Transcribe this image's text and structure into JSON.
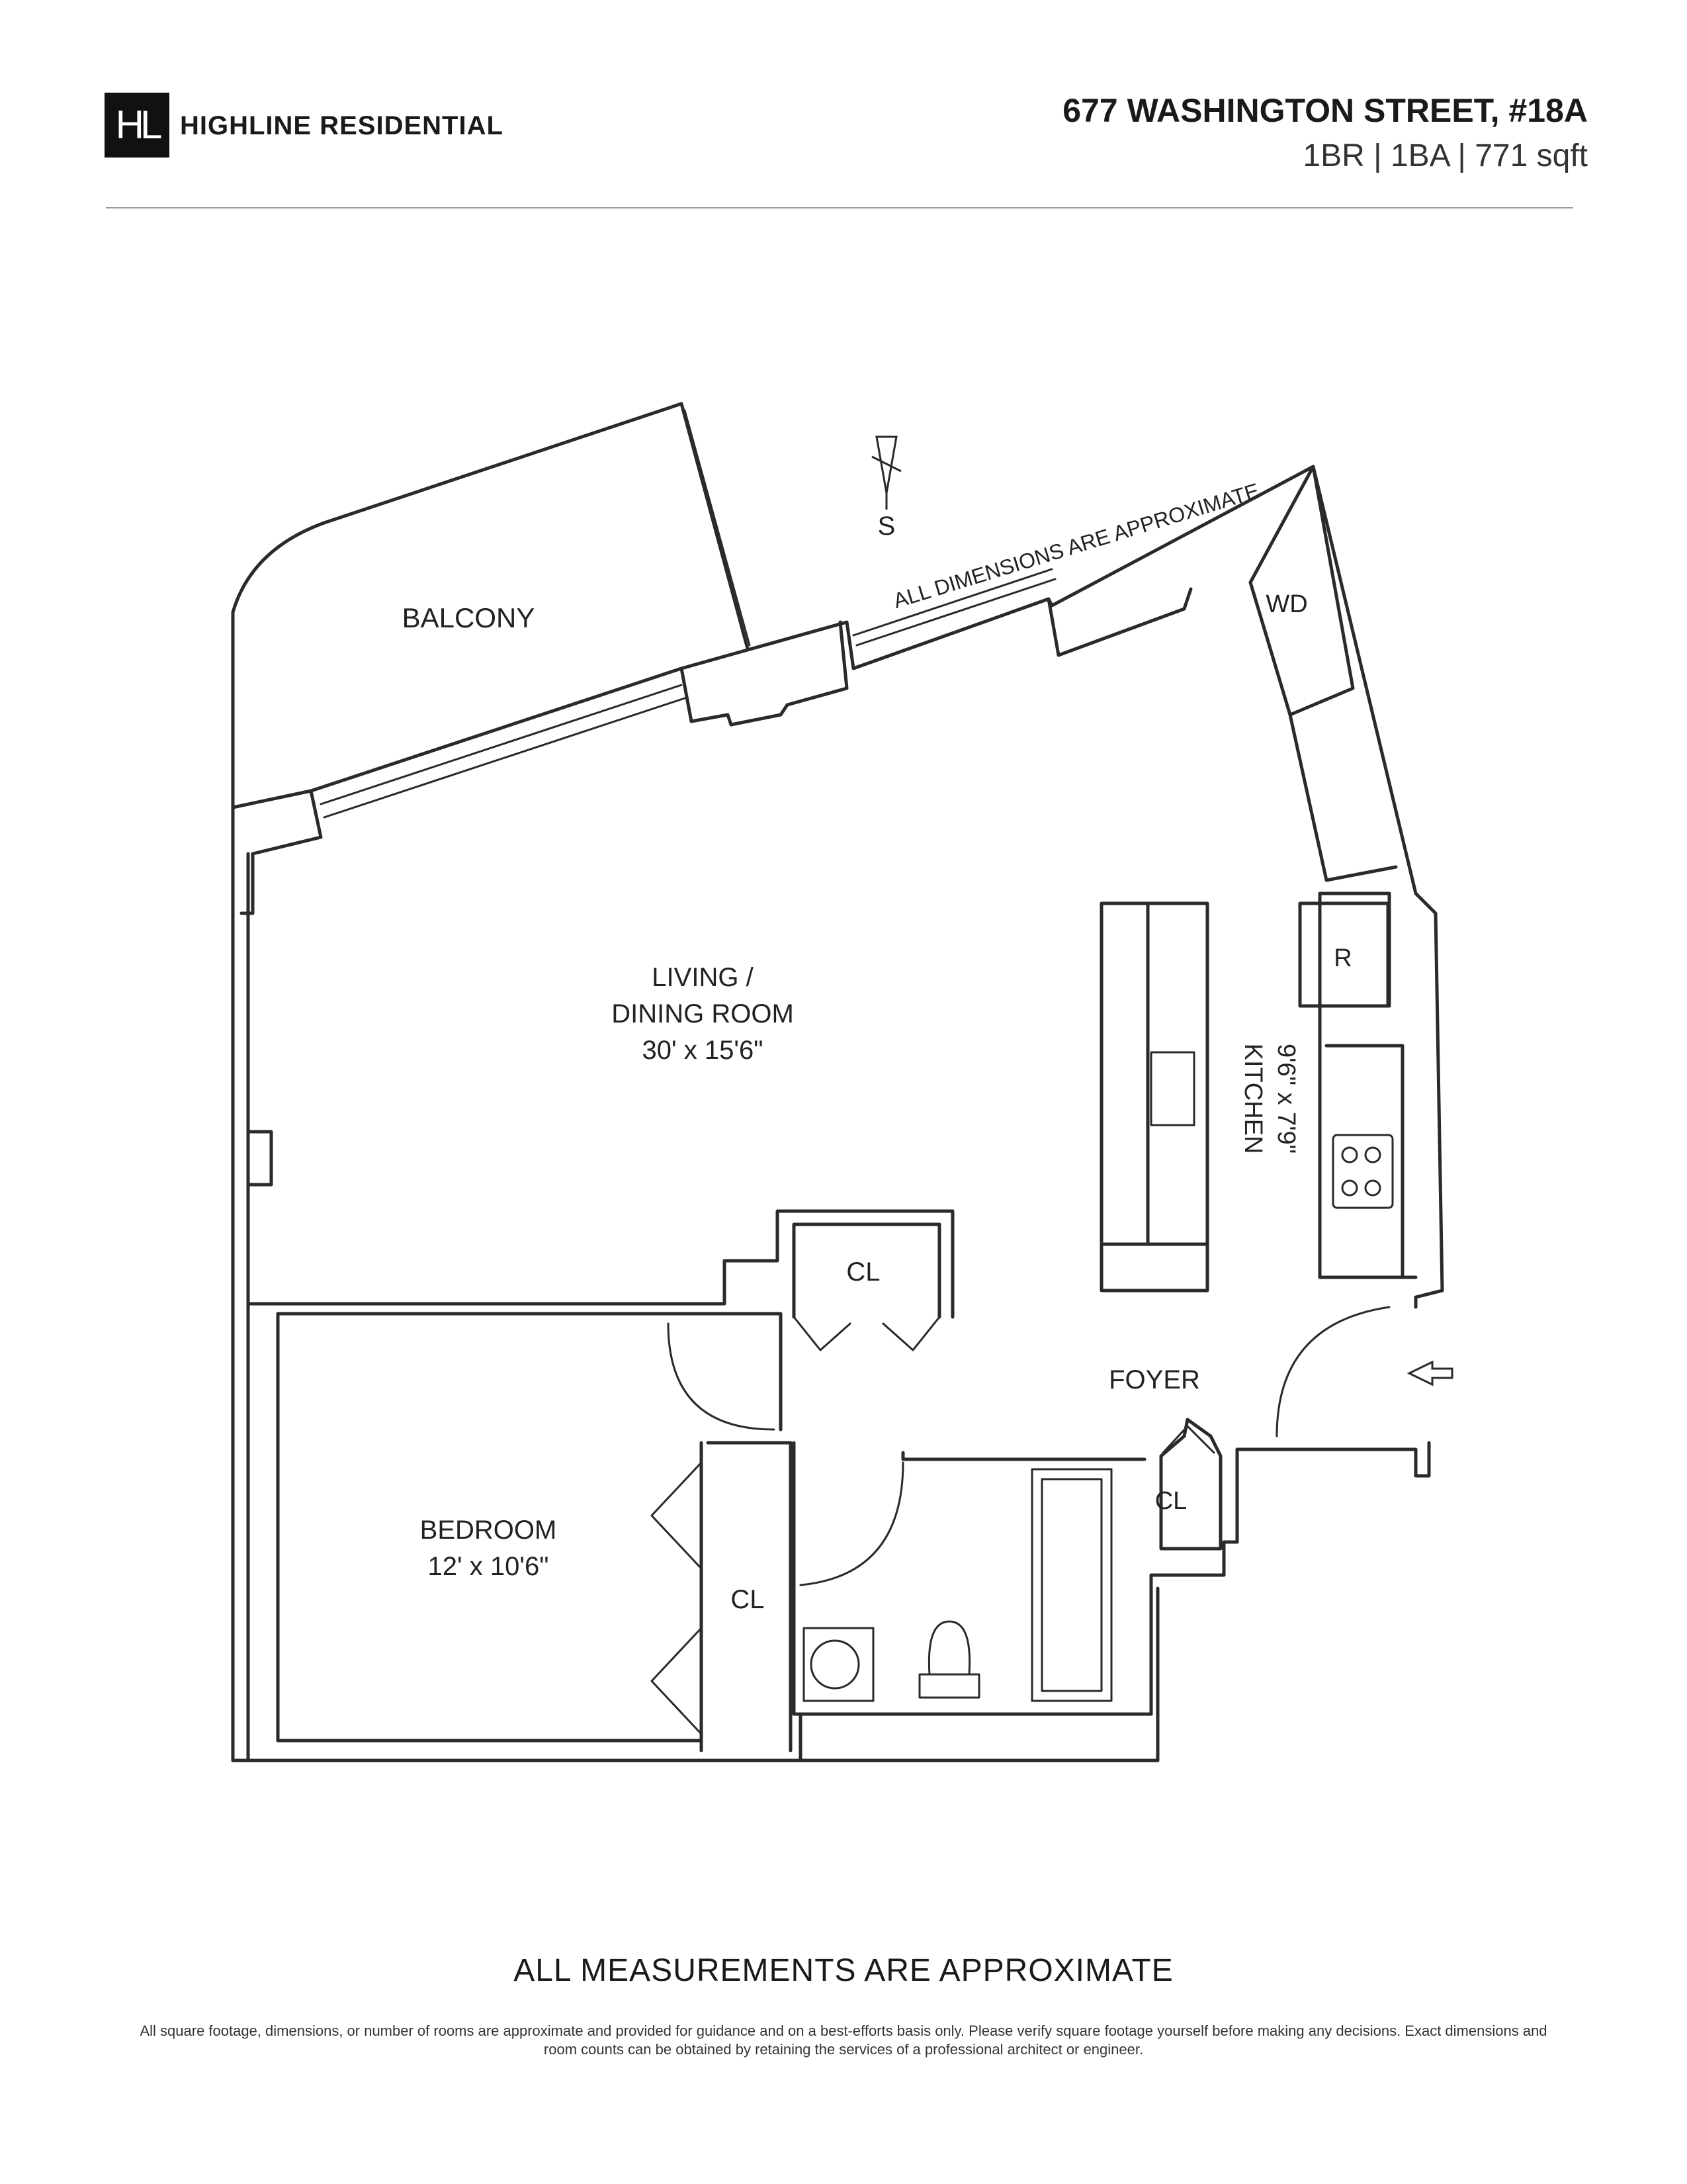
{
  "header": {
    "logo_mark": "HL",
    "brand": "HIGHLINE RESIDENTIAL",
    "address": "677 WASHINGTON STREET, #18A",
    "specs": "1BR | 1BA | 771 sqft"
  },
  "plan": {
    "compass_label": "S",
    "dimensions_note": "ALL DIMENSIONS ARE APPROXIMATE",
    "rooms": {
      "balcony": "BALCONY",
      "living_name_1": "LIVING /",
      "living_name_2": "DINING ROOM",
      "living_dims": "30' x 15'6\"",
      "kitchen_name": "KITCHEN",
      "kitchen_dims": "9'6\" x 7'9\"",
      "bedroom_name": "BEDROOM",
      "bedroom_dims": "12' x 10'6\"",
      "foyer": "FOYER",
      "closet_living": "CL",
      "closet_bedroom": "CL",
      "closet_foyer": "CL",
      "washer_dryer": "WD",
      "refrigerator": "R"
    }
  },
  "footer": {
    "notice": "ALL MEASUREMENTS ARE APPROXIMATE",
    "disclaimer": "All square footage, dimensions, or number of rooms are approximate and provided for guidance and on a best-efforts basis only. Please verify square footage yourself before making any decisions. Exact dimensions and room counts can be obtained by retaining the services of a professional architect or engineer."
  },
  "colors": {
    "ink": "#1a1a1a",
    "rule": "#9a9a9a",
    "logo_bg": "#111111"
  }
}
